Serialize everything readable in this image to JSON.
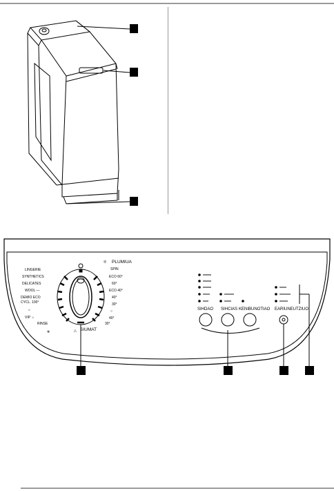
{
  "figure": {
    "machine_callouts": [
      "",
      "",
      ""
    ],
    "panel_callouts": [
      "",
      "",
      "",
      ""
    ]
  },
  "control_panel": {
    "dial_top_label": "PLUMIUA",
    "dial_bottom_label": "SIUMAT",
    "dial_left_programs": [
      "",
      "",
      "",
      "",
      "",
      "",
      "",
      "",
      ""
    ],
    "dial_right_programs": [
      "",
      "",
      "",
      "",
      "",
      "",
      "",
      ""
    ],
    "indicators_left": [
      "",
      "",
      "",
      "",
      ""
    ],
    "indicators_mid": [
      "",
      "",
      ""
    ],
    "indicators_right": [
      "",
      "",
      ""
    ],
    "buttons": [
      {
        "label": "SIHDAO"
      },
      {
        "label": "SIHCIAS"
      },
      {
        "label": "KENIBUNOTIAO"
      },
      {
        "label": "EARIUNEUTZIUO"
      }
    ]
  }
}
